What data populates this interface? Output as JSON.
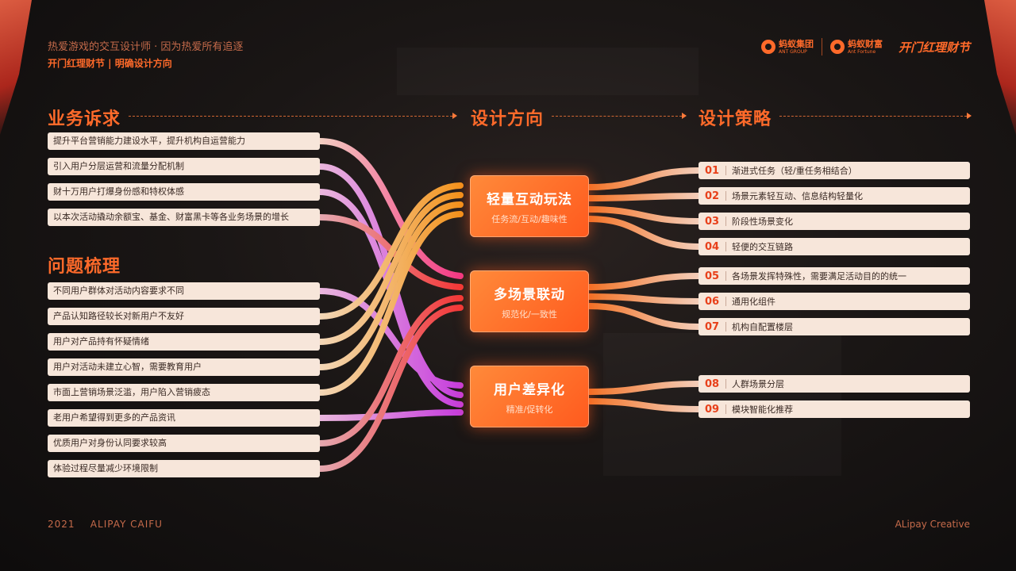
{
  "header": {
    "subtitle": "热爱游戏的交互设计师 · 因为热爱所有追逐",
    "title": "开门红理财节 | 明确设计方向"
  },
  "logos": {
    "ant_group_cn": "蚂蚁集团",
    "ant_group_en": "ANT GROUP",
    "ant_fortune_cn": "蚂蚁财富",
    "ant_fortune_en": "Ant Fortune",
    "event": "开门红理财节"
  },
  "sections": {
    "business": "业务诉求",
    "problems": "问题梳理",
    "direction": "设计方向",
    "strategy": "设计策略"
  },
  "business_items": [
    "提升平台营销能力建设水平，提升机构自运营能力",
    "引入用户分层运营和流量分配机制",
    "财十万用户打爆身份感和特权体感",
    "以本次活动撬动余额宝、基金、财富黑卡等各业务场景的增长"
  ],
  "problem_items": [
    "不同用户群体对活动内容要求不同",
    "产品认知路径较长对新用户不友好",
    "用户对产品持有怀疑情绪",
    "用户对活动未建立心智，需要教育用户",
    "市面上营销场景泛滥，用户陷入营销疲态",
    "老用户希望得到更多的产品资讯",
    "优质用户对身份认同要求较高",
    "体验过程尽量减少环境限制"
  ],
  "directions": [
    {
      "title": "轻量互动玩法",
      "sub": "任务流/互动/趣味性"
    },
    {
      "title": "多场景联动",
      "sub": "规范化/一致性"
    },
    {
      "title": "用户差异化",
      "sub": "精准/促转化"
    }
  ],
  "strategies": [
    {
      "num": "01",
      "text": "渐进式任务（轻/重任务相结合）"
    },
    {
      "num": "02",
      "text": "场景元素轻互动、信息结构轻量化"
    },
    {
      "num": "03",
      "text": "阶段性场景变化"
    },
    {
      "num": "04",
      "text": "轻便的交互链路"
    },
    {
      "num": "05",
      "text": "各场景发挥特殊性，需要满足活动目的的统一"
    },
    {
      "num": "06",
      "text": "通用化组件"
    },
    {
      "num": "07",
      "text": "机构自配置楼层"
    },
    {
      "num": "08",
      "text": "人群场景分层"
    },
    {
      "num": "09",
      "text": "模块智能化推荐"
    }
  ],
  "footer": {
    "left": "2021    ALIPAY CAIFU",
    "right": "ALipay Creative"
  },
  "colors": {
    "accent": "#ff6a2a",
    "strong_red": "#e8401a",
    "card": "#f7e6da"
  }
}
